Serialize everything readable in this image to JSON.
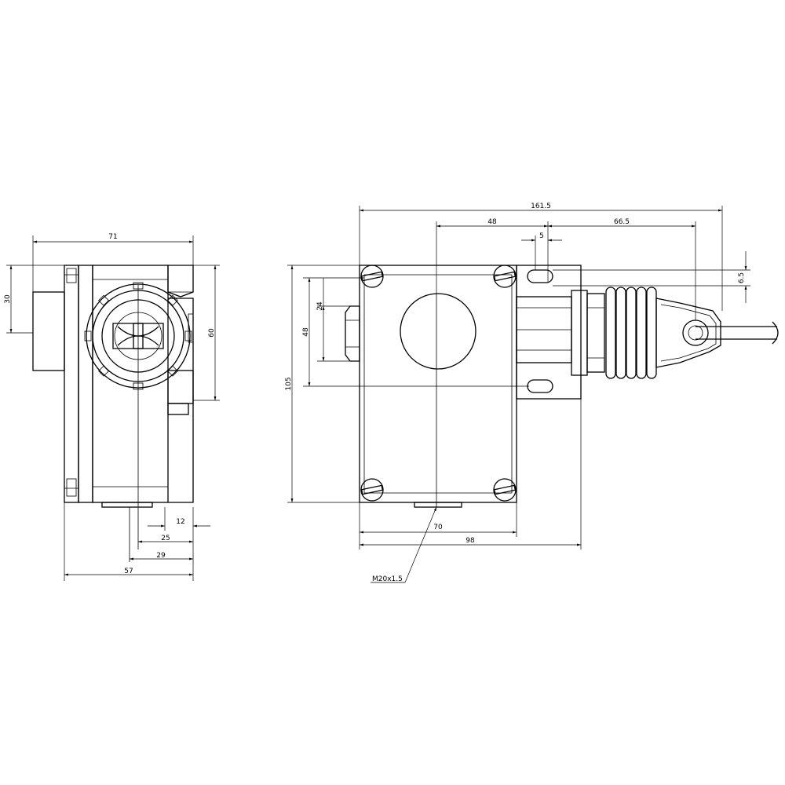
{
  "drawing": {
    "left_view": {
      "dims": {
        "width_top": "71",
        "height_30": "30",
        "height_60": "60",
        "offset_12": "12",
        "offset_25": "25",
        "offset_29": "29",
        "width_bottom": "57"
      }
    },
    "right_view": {
      "dims": {
        "overall_length": "161.5",
        "to_pivot": "48",
        "pivot_to_eye": "66.5",
        "slot_width": "5",
        "slot_height": "6.5",
        "height_24": "24",
        "height_48": "48",
        "height_105": "105",
        "width_70": "70",
        "width_98": "98"
      },
      "thread_callout": "M20x1.5"
    }
  }
}
